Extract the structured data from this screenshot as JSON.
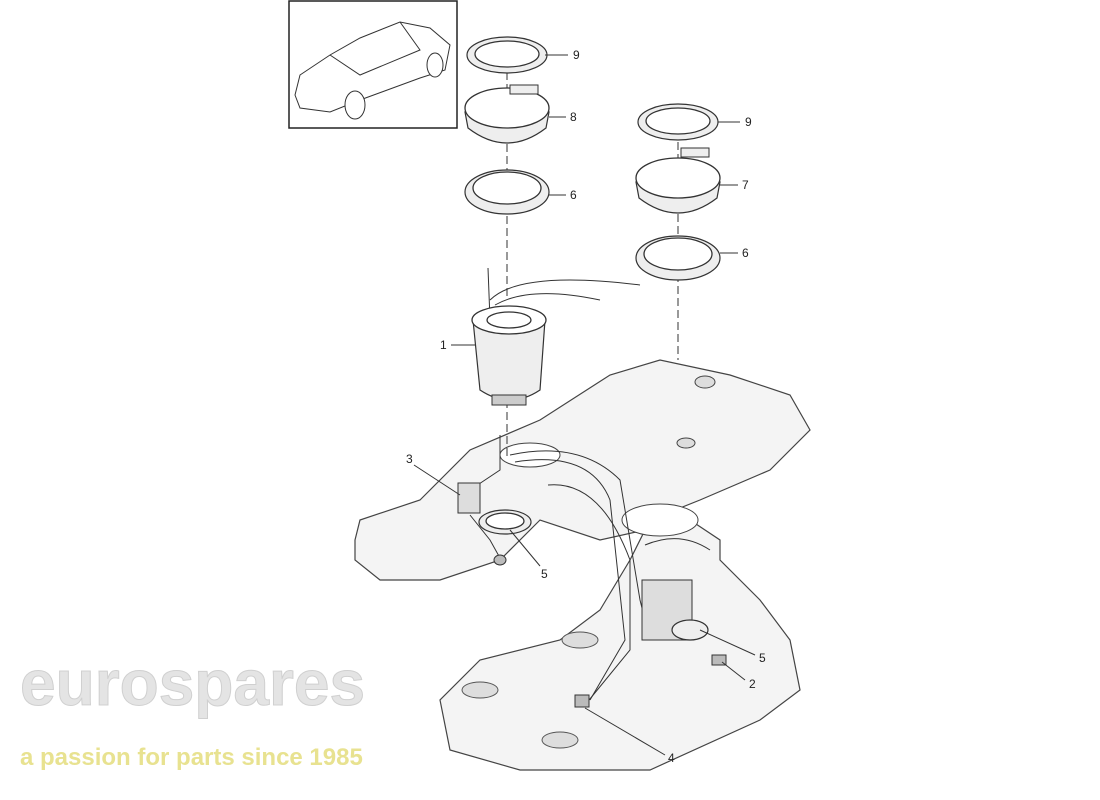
{
  "diagram": {
    "callouts": [
      {
        "label": "9",
        "part": "locking-ring-left"
      },
      {
        "label": "8",
        "part": "flange-left"
      },
      {
        "label": "6",
        "part": "seal-ring-left"
      },
      {
        "label": "9",
        "part": "locking-ring-right"
      },
      {
        "label": "7",
        "part": "flange-right"
      },
      {
        "label": "6",
        "part": "seal-ring-right"
      },
      {
        "label": "1",
        "part": "fuel-pump-module"
      },
      {
        "label": "3",
        "part": "level-sensor-left"
      },
      {
        "label": "5",
        "part": "retaining-ring-left"
      },
      {
        "label": "5",
        "part": "retaining-ring-right"
      },
      {
        "label": "2",
        "part": "level-sensor-right"
      },
      {
        "label": "4",
        "part": "connector"
      }
    ]
  },
  "watermark": {
    "brand": "eurospares",
    "tagline": "a passion for parts since 1985",
    "brand_color": "#d8d8d8",
    "tagline_color": "#f3f0a8"
  }
}
